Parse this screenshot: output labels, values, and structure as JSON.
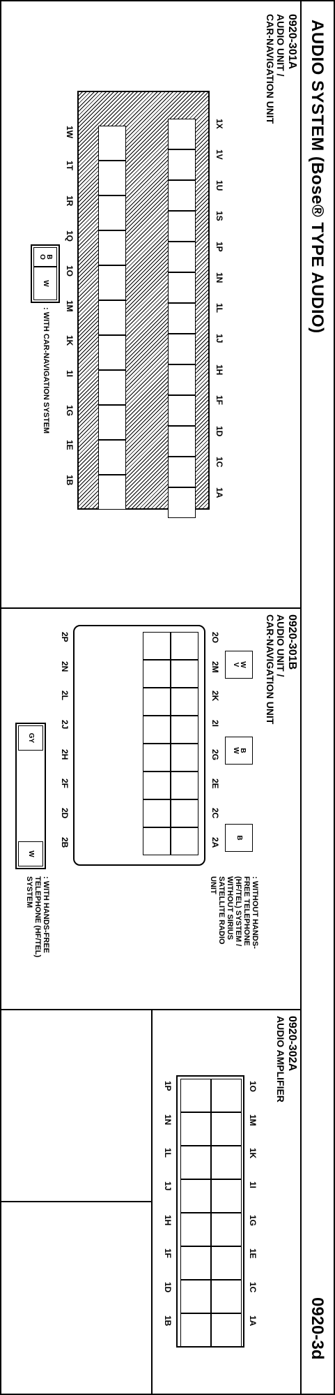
{
  "header": {
    "title": "AUDIO SYSTEM (Bose® TYPE AUDIO)",
    "page_number": "0920-3d"
  },
  "c301a": {
    "code": "0920-301A",
    "name_line1": "AUDIO UNIT /",
    "name_line2": "CAR-NAVIGATION UNIT",
    "top_pins": [
      "1X",
      "1V",
      "1U",
      "1S",
      "1P",
      "1N",
      "1L",
      "1J",
      "1H",
      "1F",
      "1D",
      "1C",
      "1A"
    ],
    "bottom_pins": [
      "1W",
      "1T",
      "1R",
      "1Q",
      "1O",
      "1M",
      "1K",
      "1I",
      "1G",
      "1E",
      "1B"
    ],
    "note": ": WITH CAR-NAVIGATION SYSTEM",
    "inset_top": "B\nO",
    "inset_bottom": "W"
  },
  "c301b": {
    "code": "0920-301B",
    "name_line1": "AUDIO UNIT /",
    "name_line2": "CAR-NAVIGATION UNIT",
    "top_pins": [
      "2O",
      "2M",
      "2K",
      "2I",
      "2G",
      "2E",
      "2C",
      "2A"
    ],
    "bottom_pins": [
      "2P",
      "2N",
      "2L",
      "2J",
      "2H",
      "2F",
      "2D",
      "2B"
    ],
    "note_without": [
      ": WITHOUT HANDS-",
      "FREE TELEPHONE",
      "(HF/TEL) SYSTEM /",
      "WITHOUT SIRIUS",
      "SATELLITE RADIO",
      "UNIT"
    ],
    "note_with": [
      ": WITH HANDS-FREE",
      "TELEPHONE (HF/TEL)",
      "SYSTEM"
    ],
    "inset_top": "GY",
    "inset_bottom": "W",
    "box_wv": "W\nV",
    "box_bw": "B\nW",
    "box_b": "B"
  },
  "c302a": {
    "code": "0920-302A",
    "name": "AUDIO AMPLIFIER",
    "top_pins": [
      "1O",
      "1M",
      "1K",
      "1I",
      "1G",
      "1E",
      "1C",
      "1A"
    ],
    "bottom_pins": [
      "1P",
      "1N",
      "1L",
      "1J",
      "1H",
      "1F",
      "1D",
      "1B"
    ]
  }
}
